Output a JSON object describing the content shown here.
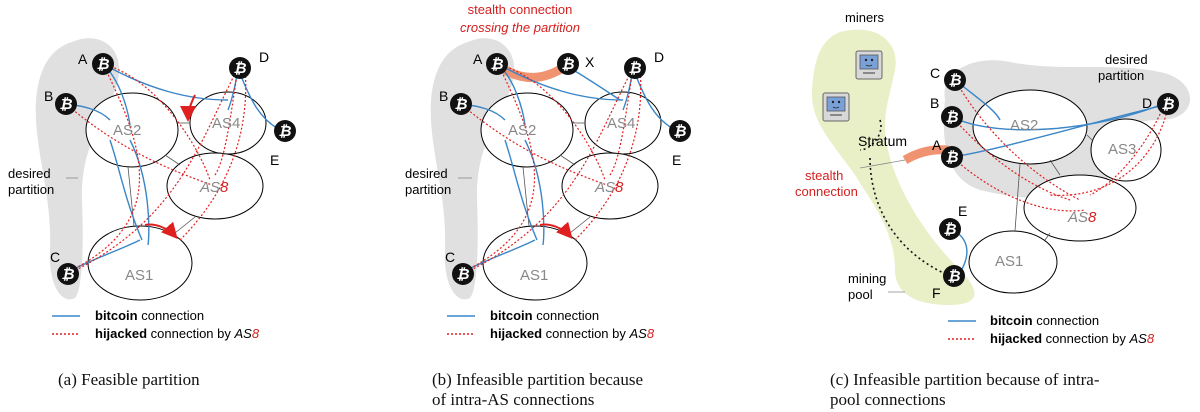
{
  "panel_a": {
    "nodes": {
      "a": "A",
      "b": "B",
      "c": "C",
      "d": "D",
      "e": "E"
    },
    "as_labels": {
      "as2": "AS2",
      "as4": "AS4",
      "as8": "AS",
      "as8_num": "8",
      "as1": "AS1"
    },
    "desired_partition": [
      "desired",
      "partition"
    ],
    "legend_bitcoin": {
      "strong": "bitcoin",
      "rest": "connection"
    },
    "legend_hijacked": {
      "strong": "hijacked",
      "rest": "connection by",
      "as_prefix": "AS",
      "as_num": "8"
    },
    "caption": "(a) Feasible partition"
  },
  "panel_b": {
    "nodes": {
      "a": "A",
      "b": "B",
      "c": "C",
      "d": "D",
      "e": "E",
      "x": "X"
    },
    "as_labels": {
      "as2": "AS2",
      "as4": "AS4",
      "as8": "AS",
      "as8_num": "8",
      "as1": "AS1"
    },
    "stealth_label": "stealth connection",
    "crossing_label": "crossing the partition",
    "desired_partition": [
      "desired",
      "partition"
    ],
    "legend_bitcoin": {
      "strong": "bitcoin",
      "rest": "connection"
    },
    "legend_hijacked": {
      "strong": "hijacked",
      "rest": "connection by",
      "as_prefix": "AS",
      "as_num": "8"
    },
    "caption_lines": [
      "(b) Infeasible partition because",
      "of intra-AS connections"
    ]
  },
  "panel_c": {
    "nodes": {
      "a": "A",
      "b": "B",
      "c": "C",
      "d": "D",
      "e": "E",
      "f": "F"
    },
    "as_labels": {
      "as2": "AS2",
      "as3": "AS3",
      "as8": "AS",
      "as8_num": "8",
      "as1": "AS1"
    },
    "miners_label": "miners",
    "stratum_label": "Stratum",
    "stealth_connection": [
      "stealth",
      "connection"
    ],
    "desired_partition": [
      "desired",
      "partition"
    ],
    "mining_pool": [
      "mining",
      "pool"
    ],
    "legend_bitcoin": {
      "strong": "bitcoin",
      "rest": "connection"
    },
    "legend_hijacked": {
      "strong": "hijacked",
      "rest": "connection by",
      "as_prefix": "AS",
      "as_num": "8"
    },
    "caption_lines": [
      "(c) Infeasible partition because of intra-",
      "pool connections"
    ]
  },
  "colors": {
    "bitcoin_line": "#3a86c8",
    "hijacked_line": "#e02020",
    "partition_shade": "#e0e0e0",
    "pool_shade": "#e9f0c8",
    "stealth_band": "#ef9370",
    "accent_red": "#d42020",
    "node_fill": "#111111"
  },
  "icons": [
    "bitcoin-node-icon",
    "miner-computer-icon"
  ]
}
